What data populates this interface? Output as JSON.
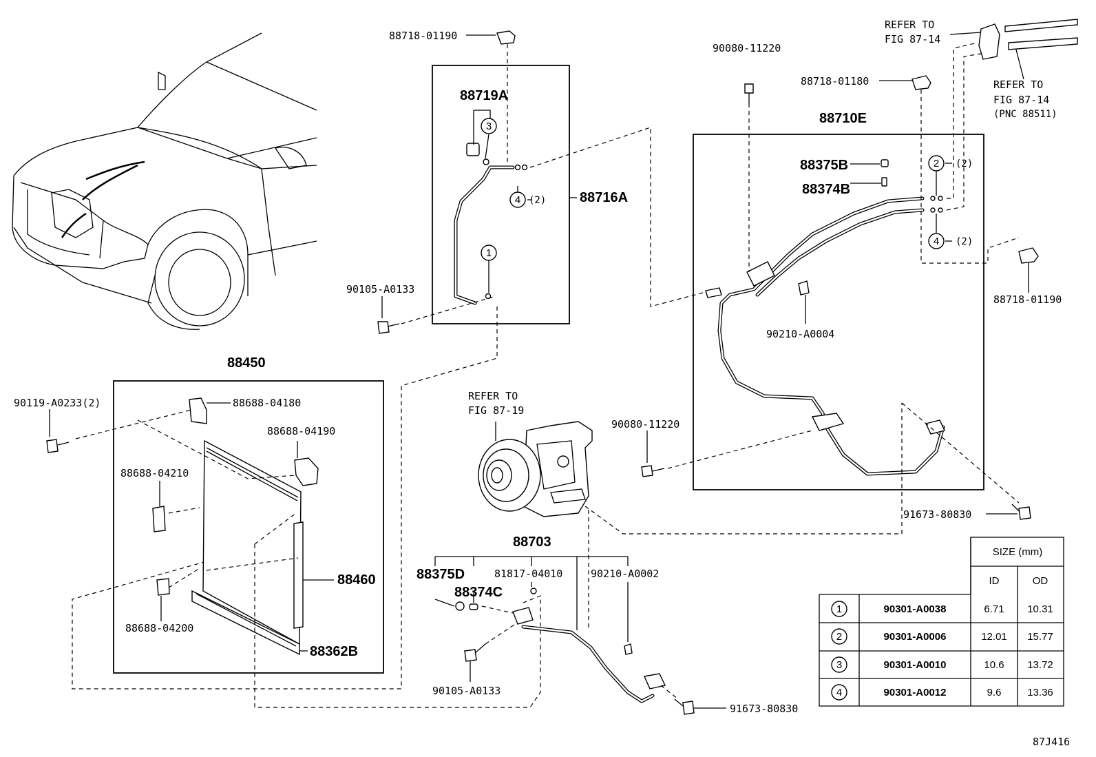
{
  "labels": {
    "p88718_01190_top": "88718-01190",
    "p88719A": "88719A",
    "p88716A": "88716A",
    "p90105_A0133_top": "90105-A0133",
    "p90080_11220_top": "90080-11220",
    "p88718_01180": "88718-01180",
    "p88710E": "88710E",
    "p88375B": "88375B",
    "p88374B": "88374B",
    "p90210_A0004": "90210-A0004",
    "p88718_01190_right": "88718-01190",
    "refer_fig_87_14_a_line1": "REFER TO",
    "refer_fig_87_14_a_line2": "FIG 87-14",
    "refer_fig_87_14_b_line1": "REFER TO",
    "refer_fig_87_14_b_line2": "FIG 87-14",
    "refer_fig_87_14_b_line3": "(PNC 88511)",
    "p88450": "88450",
    "p90119_A0233": "90119-A0233(2)",
    "p88688_04180": "88688-04180",
    "p88688_04190": "88688-04190",
    "p88688_04210": "88688-04210",
    "p88460": "88460",
    "p88688_04200": "88688-04200",
    "p88362B": "88362B",
    "refer_fig_87_19_line1": "REFER TO",
    "refer_fig_87_19_line2": "FIG 87-19",
    "p90080_11220_mid": "90080-11220",
    "p91673_80830_right": "91673-80830",
    "p88703": "88703",
    "p88375D": "88375D",
    "p88374C": "88374C",
    "p81817_04010": "81817-04010",
    "p90210_A0002": "90210-A0002",
    "p90105_A0133_bottom": "90105-A0133",
    "p91673_80830_bottom": "91673-80830",
    "qty_2_a": "(2)",
    "qty_2_b": "(2)",
    "qty_2_c": "(2)",
    "callout_1": "1",
    "callout_2": "2",
    "callout_3": "3",
    "callout_4a": "4",
    "callout_4b": "4",
    "figure_code": "87J416"
  },
  "size_table": {
    "header": "SIZE (mm)",
    "col_id": "ID",
    "col_od": "OD",
    "rows": [
      {
        "ref": "1",
        "part": "90301-A0038",
        "id": "6.71",
        "od": "10.31"
      },
      {
        "ref": "2",
        "part": "90301-A0006",
        "id": "12.01",
        "od": "15.77"
      },
      {
        "ref": "3",
        "part": "90301-A0010",
        "id": "10.6",
        "od": "13.72"
      },
      {
        "ref": "4",
        "part": "90301-A0012",
        "id": "9.6",
        "od": "13.36"
      }
    ]
  }
}
